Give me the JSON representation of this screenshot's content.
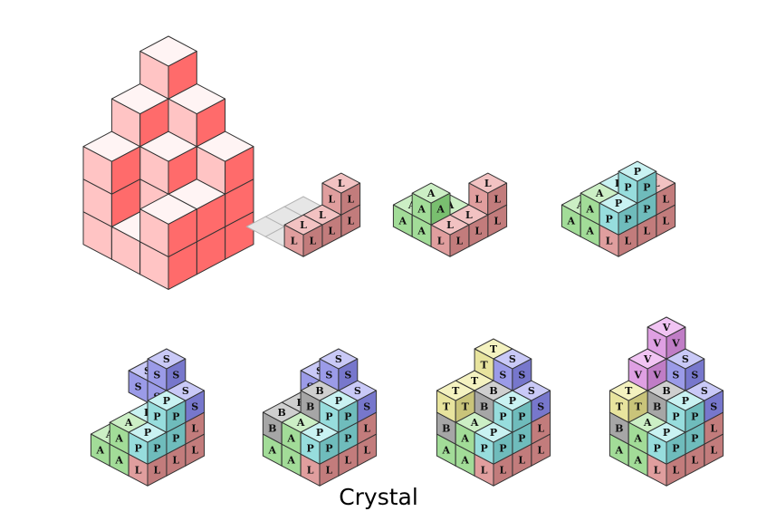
{
  "caption": "Crystal",
  "pieces": {
    "X": {
      "label": "",
      "colors": [
        "#fff4f4",
        "#ffc4c4",
        "#ff6b6b"
      ]
    },
    "L": {
      "label": "L",
      "colors": [
        "#f2c2c2",
        "#e09e9e",
        "#c27c7c"
      ]
    },
    "A": {
      "label": "A",
      "colors": [
        "#ccefc5",
        "#a2dc98",
        "#79bf6f"
      ]
    },
    "P": {
      "label": "P",
      "colors": [
        "#c9f2f2",
        "#97dddd",
        "#6fbcbc"
      ]
    },
    "S": {
      "label": "S",
      "colors": [
        "#c9c9f7",
        "#9b9be8",
        "#7777cc"
      ]
    },
    "B": {
      "label": "B",
      "colors": [
        "#cfcfcf",
        "#a6a6a6",
        "#838383"
      ]
    },
    "T": {
      "label": "T",
      "colors": [
        "#f4f2c0",
        "#e8e49e",
        "#c9c47a"
      ]
    },
    "V": {
      "label": "V",
      "colors": [
        "#f1c4f3",
        "#dfa0e3",
        "#c07dc6"
      ]
    }
  },
  "panels": [
    {
      "name": "target",
      "cubes": [
        [
          0,
          0,
          0,
          "X"
        ],
        [
          1,
          0,
          0,
          "X"
        ],
        [
          2,
          0,
          0,
          "X"
        ],
        [
          0,
          1,
          0,
          "X"
        ],
        [
          1,
          1,
          0,
          "X"
        ],
        [
          2,
          1,
          0,
          "X"
        ],
        [
          0,
          2,
          0,
          "X"
        ],
        [
          1,
          2,
          0,
          "X"
        ],
        [
          2,
          2,
          0,
          "X"
        ],
        [
          0,
          0,
          1,
          "X"
        ],
        [
          1,
          0,
          1,
          "X"
        ],
        [
          2,
          0,
          1,
          "X"
        ],
        [
          0,
          1,
          1,
          "X"
        ],
        [
          1,
          1,
          1,
          "X"
        ],
        [
          2,
          1,
          1,
          "X"
        ],
        [
          0,
          2,
          1,
          "X"
        ],
        [
          2,
          2,
          1,
          "X"
        ],
        [
          0,
          0,
          2,
          "X"
        ],
        [
          1,
          0,
          2,
          "X"
        ],
        [
          2,
          0,
          2,
          "X"
        ],
        [
          0,
          1,
          2,
          "X"
        ],
        [
          1,
          1,
          2,
          "X"
        ],
        [
          0,
          2,
          2,
          "X"
        ],
        [
          0,
          0,
          3,
          "X"
        ],
        [
          1,
          0,
          3,
          "X"
        ],
        [
          0,
          1,
          3,
          "X"
        ],
        [
          0,
          0,
          4,
          "X"
        ]
      ]
    },
    {
      "name": "step-1",
      "cubes": [
        [
          2,
          0,
          0,
          "L"
        ],
        [
          2,
          1,
          0,
          "L"
        ],
        [
          2,
          2,
          0,
          "L"
        ],
        [
          2,
          0,
          1,
          "L"
        ]
      ]
    },
    {
      "name": "step-2",
      "cubes": [
        [
          2,
          0,
          0,
          "L"
        ],
        [
          2,
          1,
          0,
          "L"
        ],
        [
          2,
          2,
          0,
          "L"
        ],
        [
          2,
          0,
          1,
          "L"
        ],
        [
          0,
          2,
          0,
          "A"
        ],
        [
          1,
          2,
          0,
          "A"
        ],
        [
          1,
          1,
          0,
          "A"
        ],
        [
          1,
          2,
          1,
          "A"
        ]
      ]
    },
    {
      "name": "step-3",
      "cubes": [
        [
          2,
          0,
          0,
          "L"
        ],
        [
          2,
          1,
          0,
          "L"
        ],
        [
          2,
          2,
          0,
          "L"
        ],
        [
          2,
          0,
          1,
          "L"
        ],
        [
          0,
          2,
          0,
          "A"
        ],
        [
          1,
          2,
          0,
          "A"
        ],
        [
          1,
          1,
          0,
          "A"
        ],
        [
          1,
          2,
          1,
          "A"
        ],
        [
          2,
          2,
          1,
          "P"
        ],
        [
          2,
          1,
          1,
          "P"
        ],
        [
          1,
          1,
          1,
          "P"
        ],
        [
          2,
          1,
          2,
          "P"
        ]
      ]
    },
    {
      "name": "step-4",
      "cubes": [
        [
          2,
          0,
          0,
          "L"
        ],
        [
          2,
          1,
          0,
          "L"
        ],
        [
          2,
          2,
          0,
          "L"
        ],
        [
          2,
          0,
          1,
          "L"
        ],
        [
          0,
          2,
          0,
          "A"
        ],
        [
          1,
          2,
          0,
          "A"
        ],
        [
          1,
          1,
          0,
          "A"
        ],
        [
          1,
          2,
          1,
          "A"
        ],
        [
          2,
          2,
          1,
          "P"
        ],
        [
          2,
          1,
          1,
          "P"
        ],
        [
          1,
          1,
          1,
          "P"
        ],
        [
          2,
          1,
          2,
          "P"
        ],
        [
          0,
          0,
          2,
          "S"
        ],
        [
          1,
          0,
          2,
          "S"
        ],
        [
          2,
          0,
          2,
          "S"
        ],
        [
          1,
          0,
          3,
          "S"
        ]
      ]
    },
    {
      "name": "step-5",
      "cubes": [
        [
          2,
          0,
          0,
          "L"
        ],
        [
          2,
          1,
          0,
          "L"
        ],
        [
          2,
          2,
          0,
          "L"
        ],
        [
          2,
          0,
          1,
          "L"
        ],
        [
          0,
          2,
          0,
          "A"
        ],
        [
          1,
          2,
          0,
          "A"
        ],
        [
          1,
          1,
          0,
          "A"
        ],
        [
          1,
          2,
          1,
          "A"
        ],
        [
          2,
          2,
          1,
          "P"
        ],
        [
          2,
          1,
          1,
          "P"
        ],
        [
          1,
          1,
          1,
          "P"
        ],
        [
          2,
          1,
          2,
          "P"
        ],
        [
          0,
          0,
          2,
          "S"
        ],
        [
          1,
          0,
          2,
          "S"
        ],
        [
          2,
          0,
          2,
          "S"
        ],
        [
          1,
          0,
          3,
          "S"
        ],
        [
          0,
          1,
          0,
          "B"
        ],
        [
          0,
          1,
          1,
          "B"
        ],
        [
          0,
          2,
          1,
          "B"
        ],
        [
          1,
          1,
          2,
          "B"
        ]
      ]
    },
    {
      "name": "step-6",
      "cubes": [
        [
          2,
          0,
          0,
          "L"
        ],
        [
          2,
          1,
          0,
          "L"
        ],
        [
          2,
          2,
          0,
          "L"
        ],
        [
          2,
          0,
          1,
          "L"
        ],
        [
          0,
          2,
          0,
          "A"
        ],
        [
          1,
          2,
          0,
          "A"
        ],
        [
          1,
          1,
          0,
          "A"
        ],
        [
          1,
          2,
          1,
          "A"
        ],
        [
          2,
          2,
          1,
          "P"
        ],
        [
          2,
          1,
          1,
          "P"
        ],
        [
          1,
          1,
          1,
          "P"
        ],
        [
          2,
          1,
          2,
          "P"
        ],
        [
          0,
          0,
          2,
          "S"
        ],
        [
          1,
          0,
          2,
          "S"
        ],
        [
          2,
          0,
          2,
          "S"
        ],
        [
          1,
          0,
          3,
          "S"
        ],
        [
          0,
          1,
          0,
          "B"
        ],
        [
          0,
          1,
          1,
          "B"
        ],
        [
          0,
          2,
          1,
          "B"
        ],
        [
          1,
          1,
          2,
          "B"
        ],
        [
          0,
          0,
          1,
          "T"
        ],
        [
          0,
          1,
          2,
          "T"
        ],
        [
          0,
          2,
          2,
          "T"
        ],
        [
          0,
          0,
          3,
          "T"
        ]
      ]
    },
    {
      "name": "step-7",
      "cubes": [
        [
          2,
          0,
          0,
          "L"
        ],
        [
          2,
          1,
          0,
          "L"
        ],
        [
          2,
          2,
          0,
          "L"
        ],
        [
          2,
          0,
          1,
          "L"
        ],
        [
          0,
          2,
          0,
          "A"
        ],
        [
          1,
          2,
          0,
          "A"
        ],
        [
          1,
          1,
          0,
          "A"
        ],
        [
          1,
          2,
          1,
          "A"
        ],
        [
          2,
          2,
          1,
          "P"
        ],
        [
          2,
          1,
          1,
          "P"
        ],
        [
          1,
          1,
          1,
          "P"
        ],
        [
          2,
          1,
          2,
          "P"
        ],
        [
          0,
          0,
          2,
          "S"
        ],
        [
          1,
          0,
          2,
          "S"
        ],
        [
          2,
          0,
          2,
          "S"
        ],
        [
          1,
          0,
          3,
          "S"
        ],
        [
          0,
          1,
          0,
          "B"
        ],
        [
          0,
          1,
          1,
          "B"
        ],
        [
          0,
          2,
          1,
          "B"
        ],
        [
          1,
          1,
          2,
          "B"
        ],
        [
          0,
          0,
          1,
          "T"
        ],
        [
          0,
          1,
          2,
          "T"
        ],
        [
          0,
          2,
          2,
          "T"
        ],
        [
          0,
          0,
          3,
          "T"
        ],
        [
          0,
          0,
          0,
          "V"
        ],
        [
          1,
          0,
          0,
          "V"
        ],
        [
          0,
          1,
          3,
          "V"
        ],
        [
          0,
          0,
          4,
          "V"
        ]
      ]
    }
  ]
}
